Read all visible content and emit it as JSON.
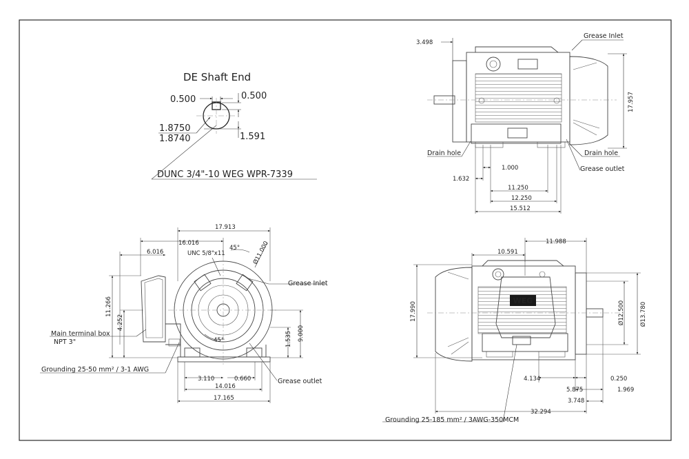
{
  "shaft_view": {
    "title": "DE Shaft End",
    "key_width": "0.500",
    "key_depth": "0.500",
    "diameter_max": "1.8750",
    "diameter_min": "1.8740",
    "key_offset": "1.591",
    "thread_note": "DUNC 3/4\"-10 WEG WPR-7339"
  },
  "top_view": {
    "dim_a": "3.498",
    "grease_inlet": "Grease Inlet",
    "height": "17.957",
    "drain_hole_left": "Drain hole",
    "drain_hole_right": "Drain hole",
    "grease_outlet": "Grease outlet",
    "dim_b": "1.000",
    "dim_c": "1.632",
    "dim_d": "11.250",
    "dim_e": "12.250",
    "dim_f": "15.512"
  },
  "front_view": {
    "width_top": "17.913",
    "dim_16": "16.016",
    "angle_top": "45°",
    "flange_dia": "Ø11.000",
    "dim_6": "6.016",
    "thread": "UNC 5/8\"x11",
    "grease_inlet": "Grease Inlet",
    "dim_11": "11.266",
    "dim_4": "4.252",
    "terminal_box": "Main terminal box",
    "terminal_npt": "NPT 3\"",
    "angle_bottom": "45°",
    "dim_1535": "1.535",
    "dim_9": "9.000",
    "grounding": "Grounding 25-50 mm² / 3-1 AWG",
    "dim_3110": "3.110",
    "dim_0660": "0.660",
    "grease_outlet": "Grease outlet",
    "dim_14": "14.016",
    "dim_17": "17.165"
  },
  "side_view": {
    "dim_11988": "11.988",
    "dim_10591": "10.591",
    "height": "17.990",
    "dia_12": "Ø12.500",
    "dia_13": "Ø13.780",
    "logo": "WEG",
    "dim_4134": "4.134",
    "dim_0250": "0.250",
    "dim_5875": "5.875",
    "dim_1969": "1.969",
    "dim_3748": "3.748",
    "length": "32.294",
    "grounding": "Grounding 25-185 mm² / 3AWG-350MCM"
  }
}
